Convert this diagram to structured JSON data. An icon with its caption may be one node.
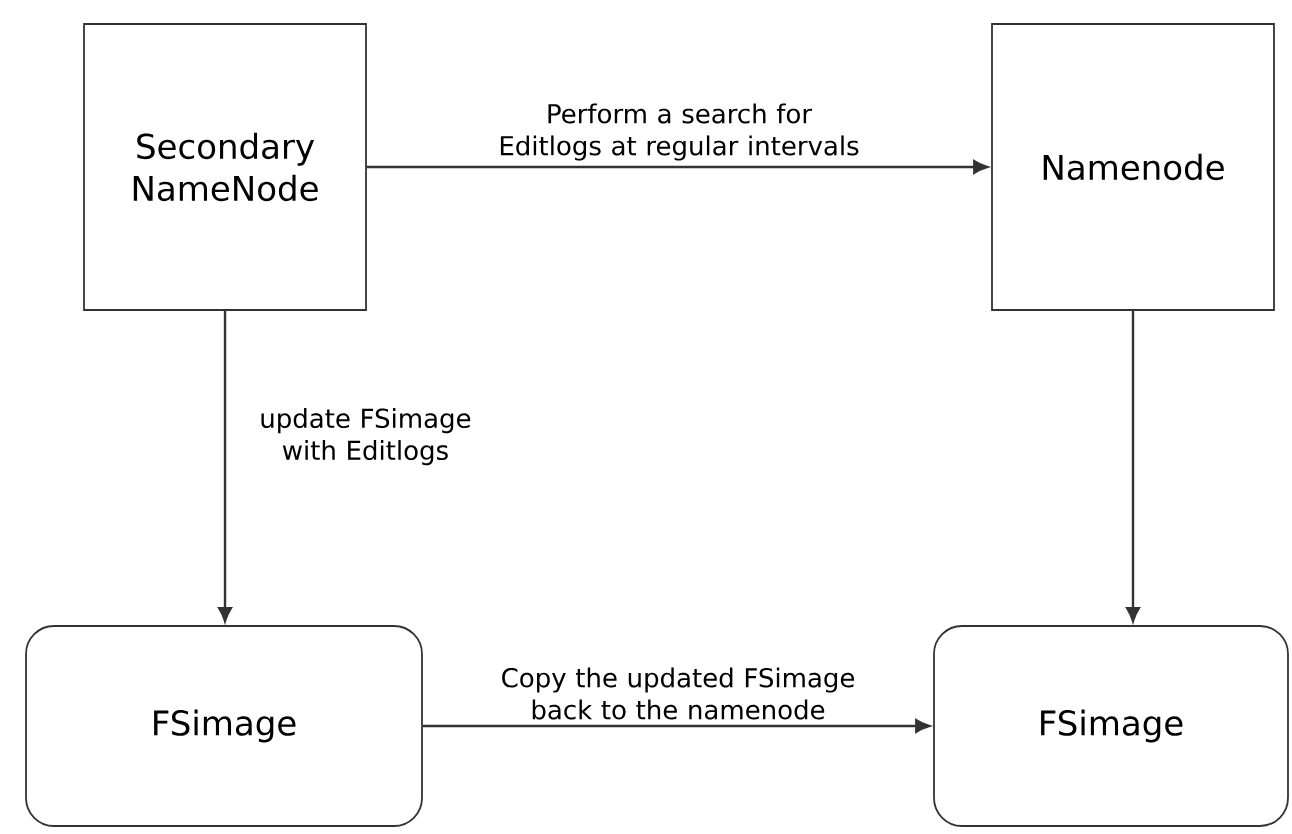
{
  "diagram": {
    "nodes": [
      {
        "text": [
          "Secondary NameNode"
        ]
      },
      {
        "text": [
          "Namenode"
        ]
      },
      {
        "text": [
          "FSimage"
        ]
      },
      {
        "text": [
          "FSimage"
        ]
      }
    ],
    "edges": [
      {
        "from": 0,
        "to": 1,
        "arrow": "to",
        "label": "Perform a search for Editlogs at regular intervals"
      },
      {
        "from": 0,
        "to": 2,
        "arrow": "to",
        "label": "update FSimage with Editlogs"
      },
      {
        "from": 1,
        "to": 3,
        "arrow": "to"
      },
      {
        "from": 2,
        "to": 3,
        "arrow": "to",
        "label": "Copy the updated FSimage back to the namenode"
      }
    ]
  }
}
